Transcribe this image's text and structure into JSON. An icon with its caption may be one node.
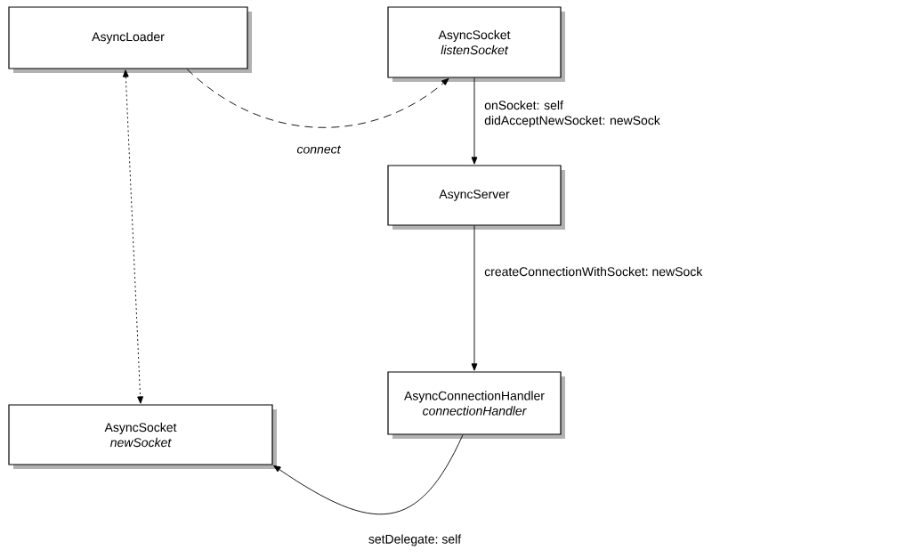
{
  "diagram": {
    "nodes": [
      {
        "text": [
          "AsyncLoader"
        ]
      },
      {
        "text": [
          "AsyncSocket",
          "listenSocket"
        ]
      },
      {
        "text": [
          "AsyncServer"
        ]
      },
      {
        "text": [
          "AsyncConnectionHandler",
          "connectionHandler"
        ]
      },
      {
        "text": [
          "AsyncSocket",
          "newSocket"
        ]
      }
    ],
    "edges": [
      {
        "from": 0,
        "to": 1,
        "arrow": "to",
        "style": "dashed",
        "label": "connect"
      },
      {
        "from": 1,
        "to": 2,
        "arrow": "to",
        "label": "onSocket: self didAcceptNewSocket: newSock"
      },
      {
        "from": 2,
        "to": 3,
        "arrow": "to",
        "label": "createConnectionWithSocket: newSock"
      },
      {
        "from": 0,
        "to": 4,
        "arrow": "both",
        "style": "dashed"
      },
      {
        "from": 3,
        "to": 4,
        "arrow": "to",
        "label": "setDelegate: self"
      }
    ]
  }
}
